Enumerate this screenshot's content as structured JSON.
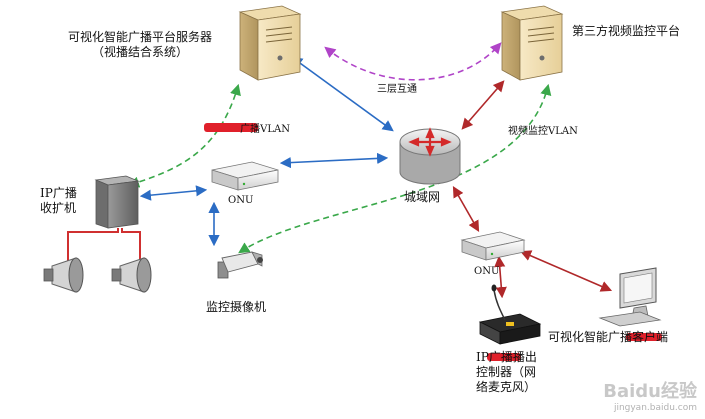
{
  "nodes": {
    "server_title": "可视化智能广播平台服务器",
    "server_subtitle": "（视播结合系统）",
    "third_party": "第三方视频监控平台",
    "router": "城域网",
    "onu_left": "ONU",
    "onu_right": "ONU",
    "amplifier_line1": "IP广播",
    "amplifier_line2": "收扩机",
    "camera": "监控摄像机",
    "client": "可视化智能广播客户端",
    "mic_line1": "IP广播播出",
    "mic_line2": "控制器（网",
    "mic_line3": "络麦克风）"
  },
  "edge_labels": {
    "layer3": "三层互通",
    "broadcast_vlan": "广播VLAN",
    "video_vlan": "视频监控VLAN"
  },
  "watermark": {
    "text": "Baidu经验",
    "sub": "jingyan.baidu.com"
  },
  "colors": {
    "blue_arrow": "#2b6cc4",
    "green_dashed": "#3aa84a",
    "purple_dashed": "#b044c8",
    "red_arrow": "#b0282a",
    "redaction": "#e0202a"
  }
}
